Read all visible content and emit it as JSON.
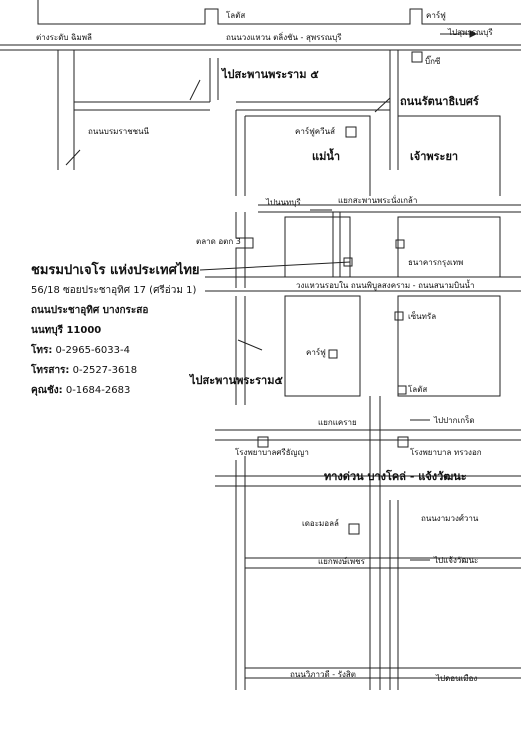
{
  "roads": {
    "interchange_chimpli": "ต่างระดับ ฉิมพลี",
    "ring_road": "ถนนวงแหวน ตลิ่งชัน - สุพรรณบุรี",
    "to_suphanburi": "ไปสุพรรณบุรี",
    "to_rama5_bridge_top": "ไปสะพานพระราม ๕",
    "ratchathibet": "ถนนรัตนาธิเบศร์",
    "borommaratchachonnani": "ถนนบรมราชชนนี",
    "maenam": "แม่น้ำ",
    "chaophraya": "เจ้าพระยา",
    "to_nonthaburi": "ไปนนทบุรี",
    "phra_nang_klao_junction": "แยกสะพานพระนั่งเกล้า",
    "wongwian_yai": "วงแหวนรอบใน ถนนพิบูลสงคราม - ถนนสนามบินน้ำ",
    "to_rama5_bridge": "ไปสะพานพระราม๕",
    "khae_rai": "แยกแคราย",
    "to_pak_kret": "ไปปากเกร็ด",
    "expressway": "ทางด่วน บางโคล่ - แจ้งวัฒนะ",
    "ngam_wong_wan": "ถนนงามวงศ์วาน",
    "phong_phet": "แยกพงษ์เพชร",
    "to_chaeng_watthana": "ไปแจ้งวัฒนะ",
    "vibhavadi": "ถนนวิภาวดี - รังสิต",
    "to_don_mueang": "ไปดอนเมือง"
  },
  "landmarks": {
    "lotus_top": "โลตัส",
    "carrefour_top": "คาร์ฟู",
    "big_c": "บิ๊กซี",
    "carrefour_queen": "คาร์ฟูควีนส์",
    "market": "ตลาด อตก 3",
    "bangkok_bank": "ธนาคารกรุงเทพ",
    "central": "เซ็นทรัล",
    "carrefour_mid": "คาร์ฟู",
    "lotus_mid": "โลตัส",
    "sri_thanya_hospital": "โรงพยาบาลศรีธัญญา",
    "chest_hospital": "โรงพยาบาล ทรวงอก",
    "the_mall": "เดอะมอลล์"
  },
  "info": {
    "title": "ชมรมปาเจโร แห่งประเทศไทย",
    "address1": "56/18 ซอยประชาอุทิศ 17 (ศรีอ่วม 1)",
    "address2": "ถนนประชาอุทิศ บางกระสอ",
    "address3": "นนทบุรี  11000",
    "tel_label": "โทร:",
    "tel": "0-2965-6033-4",
    "fax_label": "โทรสาร:",
    "fax": "0-2527-3618",
    "contact_label": "คุณชัง:",
    "contact": "0-1684-2683"
  }
}
